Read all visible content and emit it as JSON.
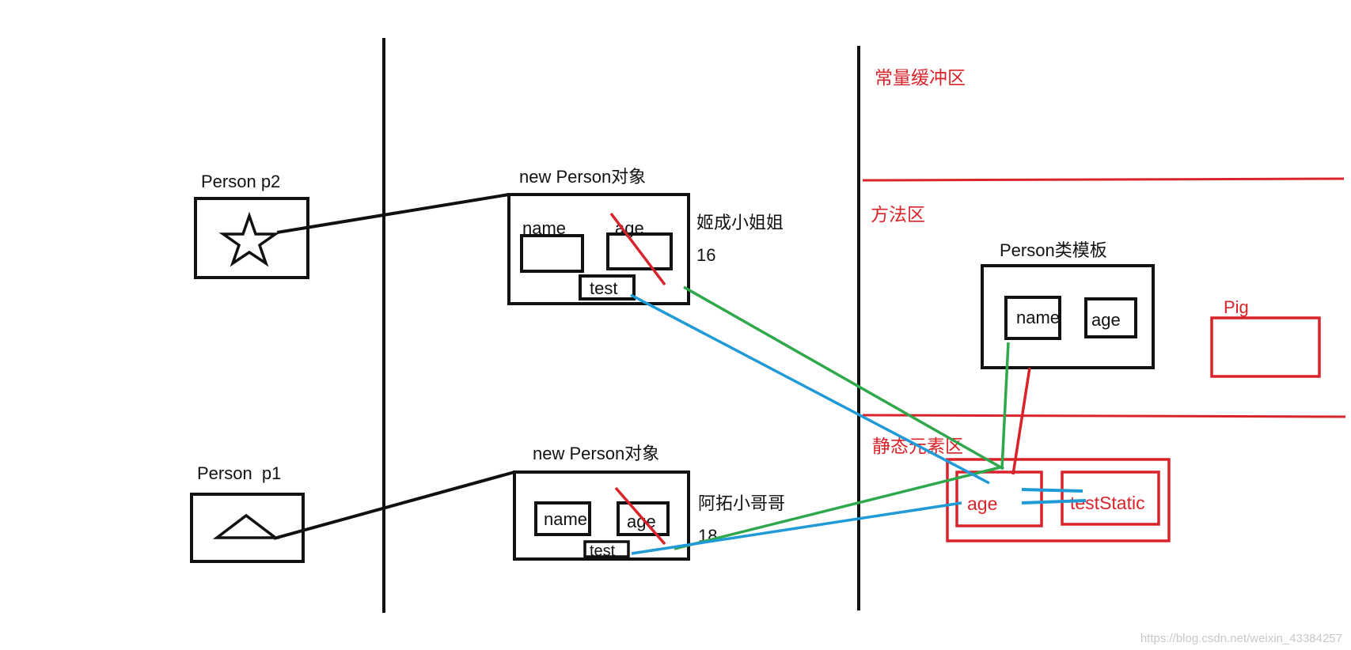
{
  "stack": {
    "p2_label": "Person p2",
    "p1_label": "Person  p1"
  },
  "heap": {
    "obj_top": {
      "title": "new Person对象",
      "name_label": "name",
      "age_label": "age",
      "test_label": "test",
      "value_name": "姬成小姐姐",
      "value_age": "16"
    },
    "obj_bottom": {
      "title": "new Person对象",
      "name_label": "name",
      "age_label": "age",
      "test_label": "test",
      "value_name": "阿拓小哥哥",
      "value_age": "18"
    }
  },
  "regions": {
    "constant_pool": "常量缓冲区",
    "method_area": "方法区",
    "static_area": "静态元素区"
  },
  "method_area": {
    "template_title": "Person类模板",
    "name_label": "name",
    "age_label": "age",
    "pig_label": "Pig"
  },
  "static_area": {
    "age_label": "age",
    "test_static_label": "testStatic"
  },
  "watermark": "https://blog.csdn.net/weixin_43384257",
  "colors": {
    "ink": "#111111",
    "red": "#d9232a",
    "green": "#2ea84a",
    "blue": "#1f9ad6",
    "watermark": "#c8c8c8"
  }
}
